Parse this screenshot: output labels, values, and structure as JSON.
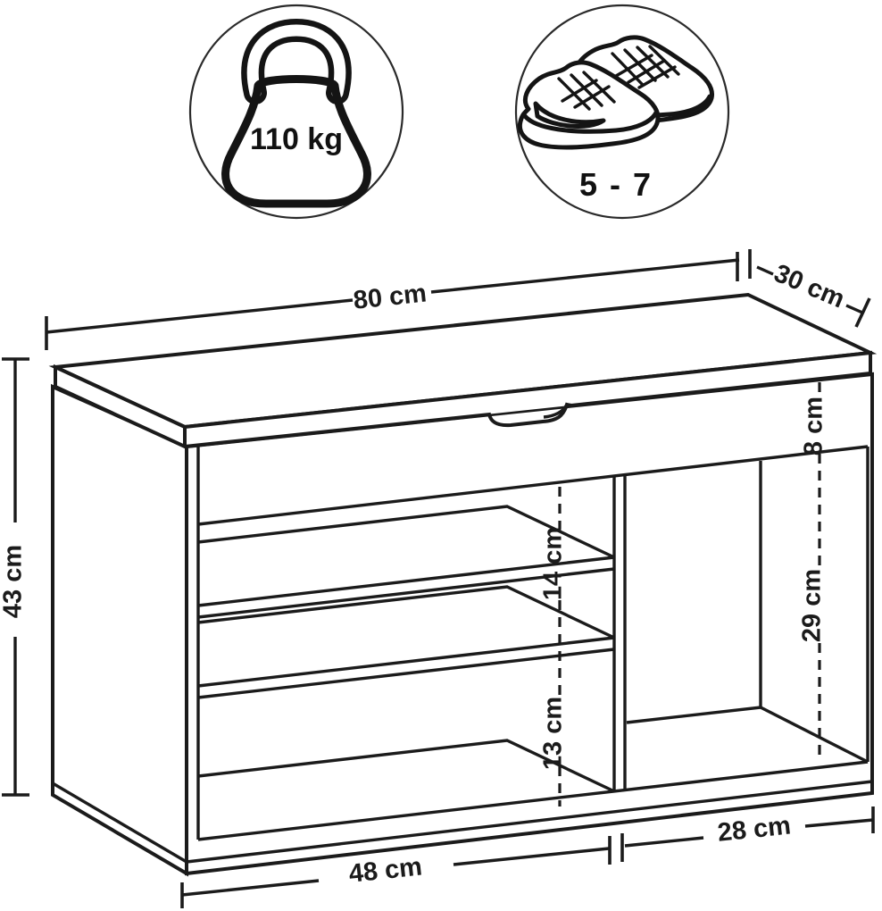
{
  "badges": {
    "max_load": {
      "value": "110 kg",
      "icon": "kettlebell-icon"
    },
    "shoe_pairs": {
      "value": "5 - 7",
      "icon": "sneakers-icon"
    }
  },
  "dimensions": {
    "total_width": "80 cm",
    "total_depth": "30 cm",
    "total_height": "43 cm",
    "lid_compartment_height": "8 cm",
    "right_compartment_height": "29 cm",
    "upper_shelf_spacing": "14 cm",
    "lower_shelf_spacing": "13 cm",
    "left_section_width": "48 cm",
    "right_section_width": "28 cm"
  },
  "colors": {
    "line": "#1b1b1b",
    "background": "#ffffff"
  }
}
